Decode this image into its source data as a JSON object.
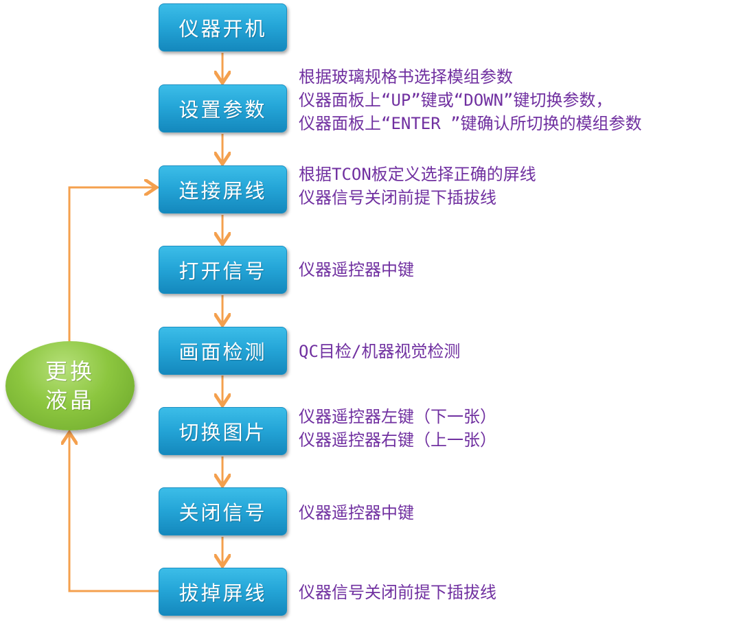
{
  "colors": {
    "step_box": "#25a6d8",
    "arrow": "#f4a04e",
    "note_text": "#7030a0",
    "oval": "#8cc63f"
  },
  "steps": [
    {
      "label": "仪器开机",
      "notes": []
    },
    {
      "label": "设置参数",
      "notes": [
        "根据玻璃规格书选择模组参数",
        "仪器面板上“UP”键或“DOWN”键切换参数，",
        "仪器面板上“ENTER ”键确认所切换的模组参数"
      ]
    },
    {
      "label": "连接屏线",
      "notes": [
        "根据TCON板定义选择正确的屏线",
        "仪器信号关闭前提下插拔线"
      ]
    },
    {
      "label": "打开信号",
      "notes": [
        "仪器遥控器中键"
      ]
    },
    {
      "label": "画面检测",
      "notes": [
        "QC目检/机器视觉检测"
      ]
    },
    {
      "label": "切换图片",
      "notes": [
        "仪器遥控器左键（下一张）",
        "仪器遥控器右键（上一张）"
      ]
    },
    {
      "label": "关闭信号",
      "notes": [
        "仪器遥控器中键"
      ]
    },
    {
      "label": "拔掉屏线",
      "notes": [
        "仪器信号关闭前提下插拔线"
      ]
    }
  ],
  "loop": {
    "line1": "更换",
    "line2": "液晶"
  }
}
